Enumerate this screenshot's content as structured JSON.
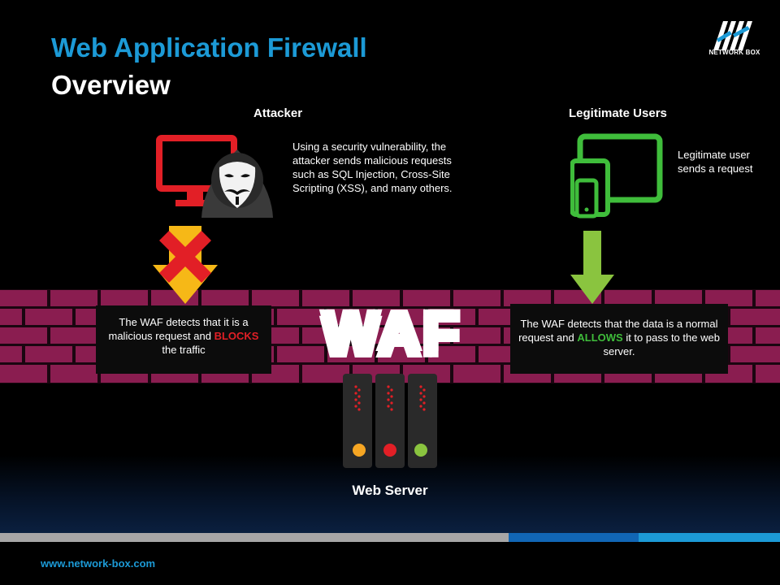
{
  "title": {
    "line1": "Web Application Firewall",
    "line2": "Overview"
  },
  "logo": {
    "text": "NETWORK BOX",
    "icon": "network-box-logo-icon"
  },
  "attacker": {
    "heading": "Attacker",
    "description": "Using a security vulnerability, the attacker sends malicious requests such as SQL Injection, Cross-Site Scripting (XSS), and many others.",
    "callout_prefix": "The WAF detects that it is a malicious request and",
    "callout_highlight": "BLOCKS",
    "callout_suffix": "the traffic",
    "icons": [
      "monitor-icon",
      "anonymous-mask-icon",
      "blocked-arrow-icon"
    ]
  },
  "users": {
    "heading": "Legitimate Users",
    "description": "Legitimate user sends a request",
    "callout_prefix": "The WAF detects that the data is a normal request and",
    "callout_highlight": "ALLOWS",
    "callout_suffix": "it to pass to the web server.",
    "icons": [
      "devices-icon",
      "allowed-arrow-icon"
    ]
  },
  "waf": {
    "label": "WAF"
  },
  "server": {
    "label": "Web Server",
    "icon": "server-rack-icon"
  },
  "footer": {
    "url": "www.network-box.com"
  },
  "colors": {
    "brand_blue": "#1c9ad6",
    "attack_red": "#e21f26",
    "allow_green": "#3fbd3b",
    "arrow_yellow": "#f6b817",
    "brick": "#8a1d50"
  }
}
